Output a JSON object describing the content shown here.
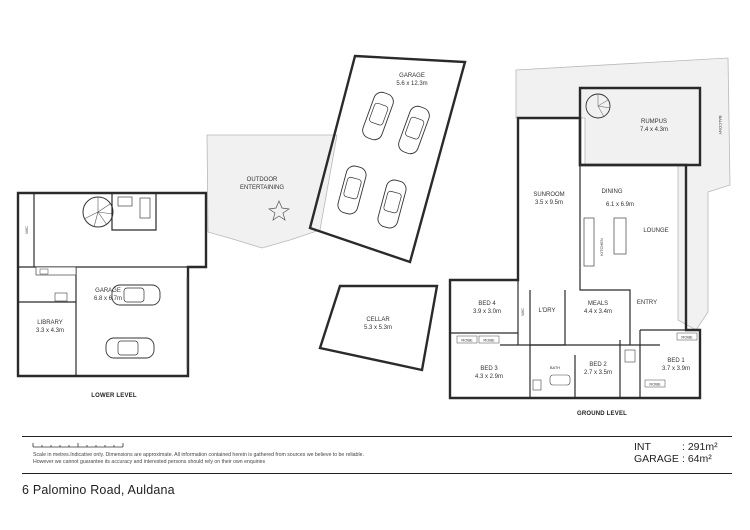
{
  "rooms": {
    "garage_upper": {
      "name": "GARAGE",
      "size": "5.6 x 12.3m"
    },
    "outdoor": {
      "name_line1": "OUTDOOR",
      "name_line2": "ENTERTAINING"
    },
    "rumpus": {
      "name": "RUMPUS",
      "size": "7.4 x 4.3m"
    },
    "balcony": {
      "name": "BALCONY"
    },
    "sunroom": {
      "name": "SUNROOM",
      "size": "3.5 x 9.5m"
    },
    "dining": {
      "name": "DINING",
      "size": "6.1 x 6.9m"
    },
    "lounge": {
      "name": "LOUNGE"
    },
    "kitchen": {
      "name": "KITCHEN"
    },
    "bed4": {
      "name": "BED 4",
      "size": "3.9 x 3.0m"
    },
    "wic": {
      "name": "W/C"
    },
    "ldry": {
      "name": "L'DRY"
    },
    "meals": {
      "name": "MEALS",
      "size": "4.4 x 3.4m"
    },
    "entry": {
      "name": "ENTRY"
    },
    "bed3": {
      "name": "BED 3",
      "size": "4.3 x 2.9m"
    },
    "bed2": {
      "name": "BED 2",
      "size": "2.7 x 3.5m"
    },
    "bed1": {
      "name": "BED 1",
      "size": "3.7 x 3.9m"
    },
    "bath": {
      "name": "BATH"
    },
    "robe": "ROBE",
    "cellar": {
      "name": "CELLAR",
      "size": "5.3 x 5.3m"
    },
    "library": {
      "name": "LIBRARY",
      "size": "3.3 x 4.3m"
    },
    "garage_lower": {
      "name": "GARAGE",
      "size": "6.8 x 6.7m"
    },
    "lower_wic": "WIC"
  },
  "levels": {
    "lower": "LOWER LEVEL",
    "ground": "GROUND LEVEL"
  },
  "footer": {
    "scale_note": "Scale in metres.Indicative only. Dimensions are approximate. All information contained herein is gathered from sources we believe to be reliable. However we cannot guarantee its accuracy and interested persons should rely on their own enquiries",
    "int_label": "INT",
    "int_value": ": 291m²",
    "garage_label": "GARAGE",
    "garage_value": ": 64m²",
    "address": "6 Palomino Road, Auldana"
  }
}
